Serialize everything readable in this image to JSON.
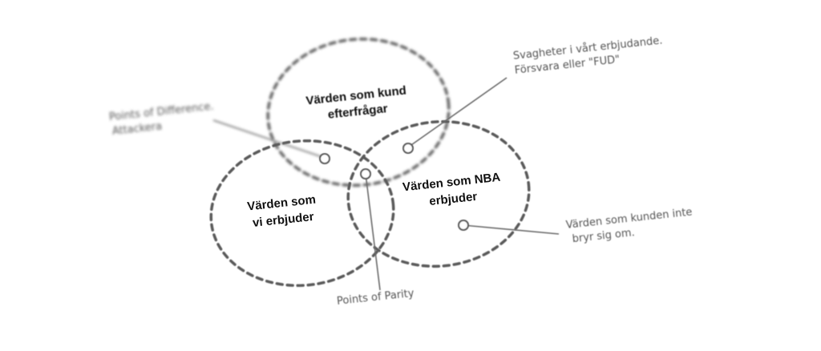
{
  "circles": {
    "kund": {
      "line1": "Värden som kund",
      "line2": "efterfrågar"
    },
    "vi": {
      "line1": "Värden som",
      "line2": "vi erbjuder"
    },
    "nba": {
      "line1": "Värden som NBA",
      "line2": "erbjuder"
    }
  },
  "callouts": {
    "svagheter": {
      "line1": "Svagheter i vårt erbjudande.",
      "line2": "Försvara eller \"FUD\""
    },
    "difference": {
      "line1": "Points of Difference.",
      "line2": "Attackera"
    },
    "parity": {
      "line1": "Points of Parity"
    },
    "ointresse": {
      "line1": "Värden som kunden inte",
      "line2": "bryr sig om."
    }
  },
  "colors": {
    "circle_stroke": "#5a5a5a",
    "label_text": "#111111",
    "callout_text": "#555555"
  }
}
